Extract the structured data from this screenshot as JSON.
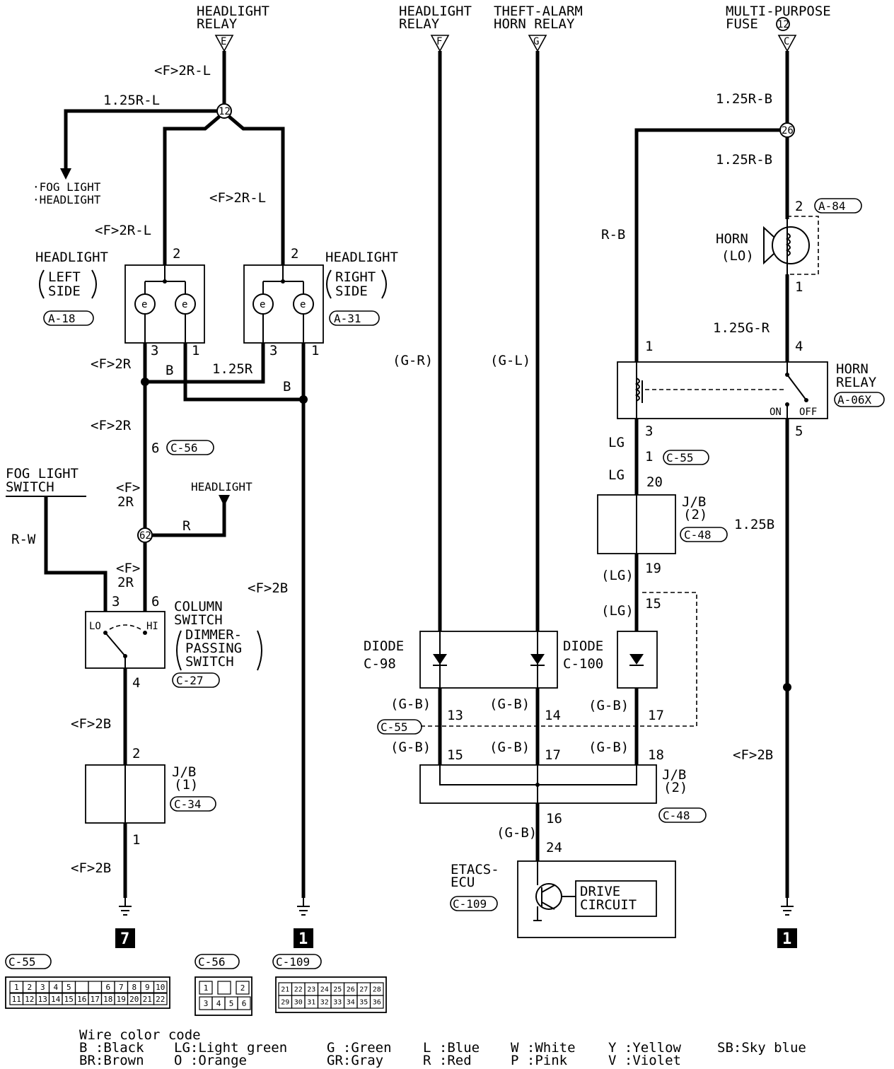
{
  "sources": {
    "headlight_relay_e": {
      "line1": "HEADLIGHT",
      "line2": "RELAY",
      "pin": "E"
    },
    "headlight_relay_f": {
      "line1": "HEADLIGHT",
      "line2": "RELAY",
      "pin": "F"
    },
    "theft_alarm": {
      "line1": "THEFT-ALARM",
      "line2": "HORN RELAY",
      "pin": "G"
    },
    "mp_fuse": {
      "line1": "MULTI-PURPOSE",
      "line2": "FUSE",
      "fuse_no": "12",
      "pin": "C"
    }
  },
  "splices": {
    "s12": "12",
    "s62": "62",
    "s26": "26"
  },
  "wires": {
    "f2rl_a": "<F>2R-L",
    "r125_l": "1.25R-L",
    "f2rl_b": "<F>2R-L",
    "f2rl_c": "<F>2R-L",
    "f2r_a": "<F>2R",
    "b_a": "B",
    "r125": "1.25R",
    "b_b": "B",
    "f2r_b": "<F>2R",
    "f_c": "<F>",
    "r2_c": "2R",
    "r": "R",
    "rw": "R-W",
    "f_d": "<F>",
    "r2_d": "2R",
    "f2b_a": "<F>2B",
    "f2b_b": "<F>2B",
    "f2b_c": "<F>2B",
    "f2b_d": "<F>2B",
    "gr": "(G-R)",
    "gl": "(G-L)",
    "rb125_a": "1.25R-B",
    "rb125_b": "1.25R-B",
    "rb": "R-B",
    "gr125": "1.25G-R",
    "lg_a": "LG",
    "lg_b": "LG",
    "lgp_a": "(LG)",
    "lgp_b": "(LG)",
    "b125": "1.25B",
    "gb_1": "(G-B)",
    "gb_2": "(G-B)",
    "gb_3": "(G-B)",
    "gb_4": "(G-B)",
    "gb_5": "(G-B)",
    "gb_6": "(G-B)",
    "gb_7": "(G-B)"
  },
  "dest": {
    "line1": "·FOG LIGHT",
    "line2": "·HEADLIGHT"
  },
  "headlight_left": {
    "l1": "HEADLIGHT",
    "l2": "LEFT",
    "l3": "SIDE",
    "conn": "A-18",
    "pin_top": "2",
    "pin3": "3",
    "pin1": "1"
  },
  "headlight_right": {
    "l1": "HEADLIGHT",
    "l2": "RIGHT",
    "l3": "SIDE",
    "conn": "A-31",
    "pin_top": "2",
    "pin3": "3",
    "pin1": "1"
  },
  "c56_pin": {
    "pin": "6",
    "conn": "C-56"
  },
  "headlight_dest": "HEADLIGHT",
  "fog_switch": {
    "l1": "FOG LIGHT",
    "l2": "SWITCH"
  },
  "column_switch": {
    "l1": "COLUMN",
    "l2": "SWITCH",
    "l3": "DIMMER-",
    "l4": "PASSING",
    "l5": "SWITCH",
    "conn": "C-27",
    "lo": "LO",
    "hi": "HI",
    "p3": "3",
    "p6": "6",
    "p4": "4"
  },
  "jb1": {
    "l1": "J/B",
    "l2": "(1)",
    "conn": "C-34",
    "p2": "2",
    "p1": "1"
  },
  "grounds": {
    "g7": "7",
    "g1a": "1",
    "g1b": "1"
  },
  "diode_c98": {
    "l1": "DIODE",
    "l2": "C-98"
  },
  "diode_c100": {
    "l1": "DIODE",
    "l2": "C-100"
  },
  "c55_row": {
    "conn": "C-55",
    "p13": "13",
    "p14": "14",
    "p17": "17"
  },
  "jb2_bottom": {
    "l1": "J/B",
    "l2": "(2)",
    "conn": "C-48",
    "p15": "15",
    "p17": "17",
    "p18": "18",
    "p16": "16"
  },
  "etacs": {
    "l1": "ETACS-",
    "l2": "ECU",
    "conn": "C-109",
    "p24": "24",
    "drive1": "DRIVE",
    "drive2": "CIRCUIT"
  },
  "horn": {
    "l1": "HORN",
    "l2": "(LO)",
    "conn": "A-84",
    "p2": "2",
    "p1": "1"
  },
  "horn_relay": {
    "l1": "HORN",
    "l2": "RELAY",
    "conn": "A-06X",
    "p1": "1",
    "p4": "4",
    "p3": "3",
    "p5": "5",
    "on": "ON",
    "off": "OFF"
  },
  "c55_mid": {
    "pin": "1",
    "conn": "C-55"
  },
  "jb2_mid": {
    "l1": "J/B",
    "l2": "(2)",
    "conn": "C-48",
    "p20": "20",
    "p19": "19",
    "p15": "15"
  },
  "connectors": {
    "c55": {
      "label": "C-55",
      "row1": [
        "1",
        "2",
        "3",
        "4",
        "5",
        "",
        "",
        "6",
        "7",
        "8",
        "9",
        "10"
      ],
      "row2": [
        "11",
        "12",
        "13",
        "14",
        "15",
        "16",
        "17",
        "18",
        "19",
        "20",
        "21",
        "22"
      ]
    },
    "c56": {
      "label": "C-56",
      "row1": [
        "1",
        "",
        "2"
      ],
      "row2": [
        "3",
        "4",
        "5",
        "6"
      ]
    },
    "c109": {
      "label": "C-109",
      "row1": [
        "21",
        "22",
        "23",
        "24",
        "25",
        "26",
        "27",
        "28"
      ],
      "row2": [
        "29",
        "30",
        "31",
        "32",
        "33",
        "34",
        "35",
        "36"
      ]
    }
  },
  "legend": {
    "title": "Wire color code",
    "items": [
      [
        "B :Black",
        "LG:Light green",
        "G :Green",
        "L :Blue",
        "W :White",
        "Y :Yellow",
        "SB:Sky blue"
      ],
      [
        "BR:Brown",
        "O :Orange",
        "GR:Gray",
        "R :Red",
        "P :Pink",
        "V :Violet",
        ""
      ]
    ]
  }
}
